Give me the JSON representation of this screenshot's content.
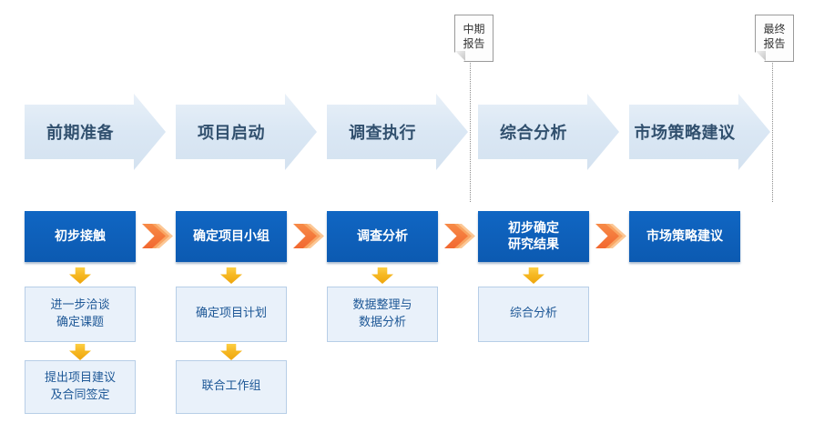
{
  "diagram": {
    "reports": {
      "midterm": "中期\n报告",
      "final": "最终\n报告"
    },
    "phases": [
      {
        "label": "前期准备"
      },
      {
        "label": "项目启动"
      },
      {
        "label": "调查执行"
      },
      {
        "label": "综合分析"
      },
      {
        "label": "市场策略建议"
      }
    ],
    "columns": [
      {
        "step": "初步接触",
        "subs": [
          "进一步洽谈\n确定课题",
          "提出项目建议\n及合同签定"
        ]
      },
      {
        "step": "确定项目小组",
        "subs": [
          "确定项目计划",
          "联合工作组"
        ]
      },
      {
        "step": "调查分析",
        "subs": [
          "数据整理与\n数据分析"
        ]
      },
      {
        "step": "初步确定\n研究结果",
        "subs": [
          "综合分析"
        ]
      },
      {
        "step": "市场策略建议",
        "subs": []
      }
    ],
    "colors": {
      "phase_fill": "#dce9f5",
      "phase_text": "#31506e",
      "step_fill": "#0d5fba",
      "step_text": "#ffffff",
      "sub_fill": "#e9f1fa",
      "sub_border": "#b7cee7",
      "sub_text": "#1d5796",
      "chevron_orange": "#f26830",
      "arrow_gold": "#f6b822",
      "note_border": "#9a9a9a"
    }
  }
}
